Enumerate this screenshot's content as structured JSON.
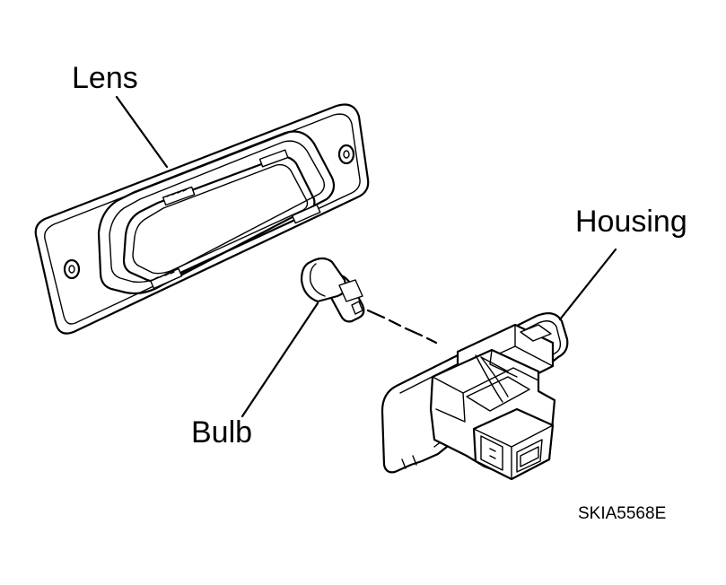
{
  "labels": {
    "lens": "Lens",
    "housing": "Housing",
    "bulb": "Bulb",
    "figure_code": "SKIA5568E"
  },
  "colors": {
    "line": "#000000",
    "background": "#ffffff"
  }
}
